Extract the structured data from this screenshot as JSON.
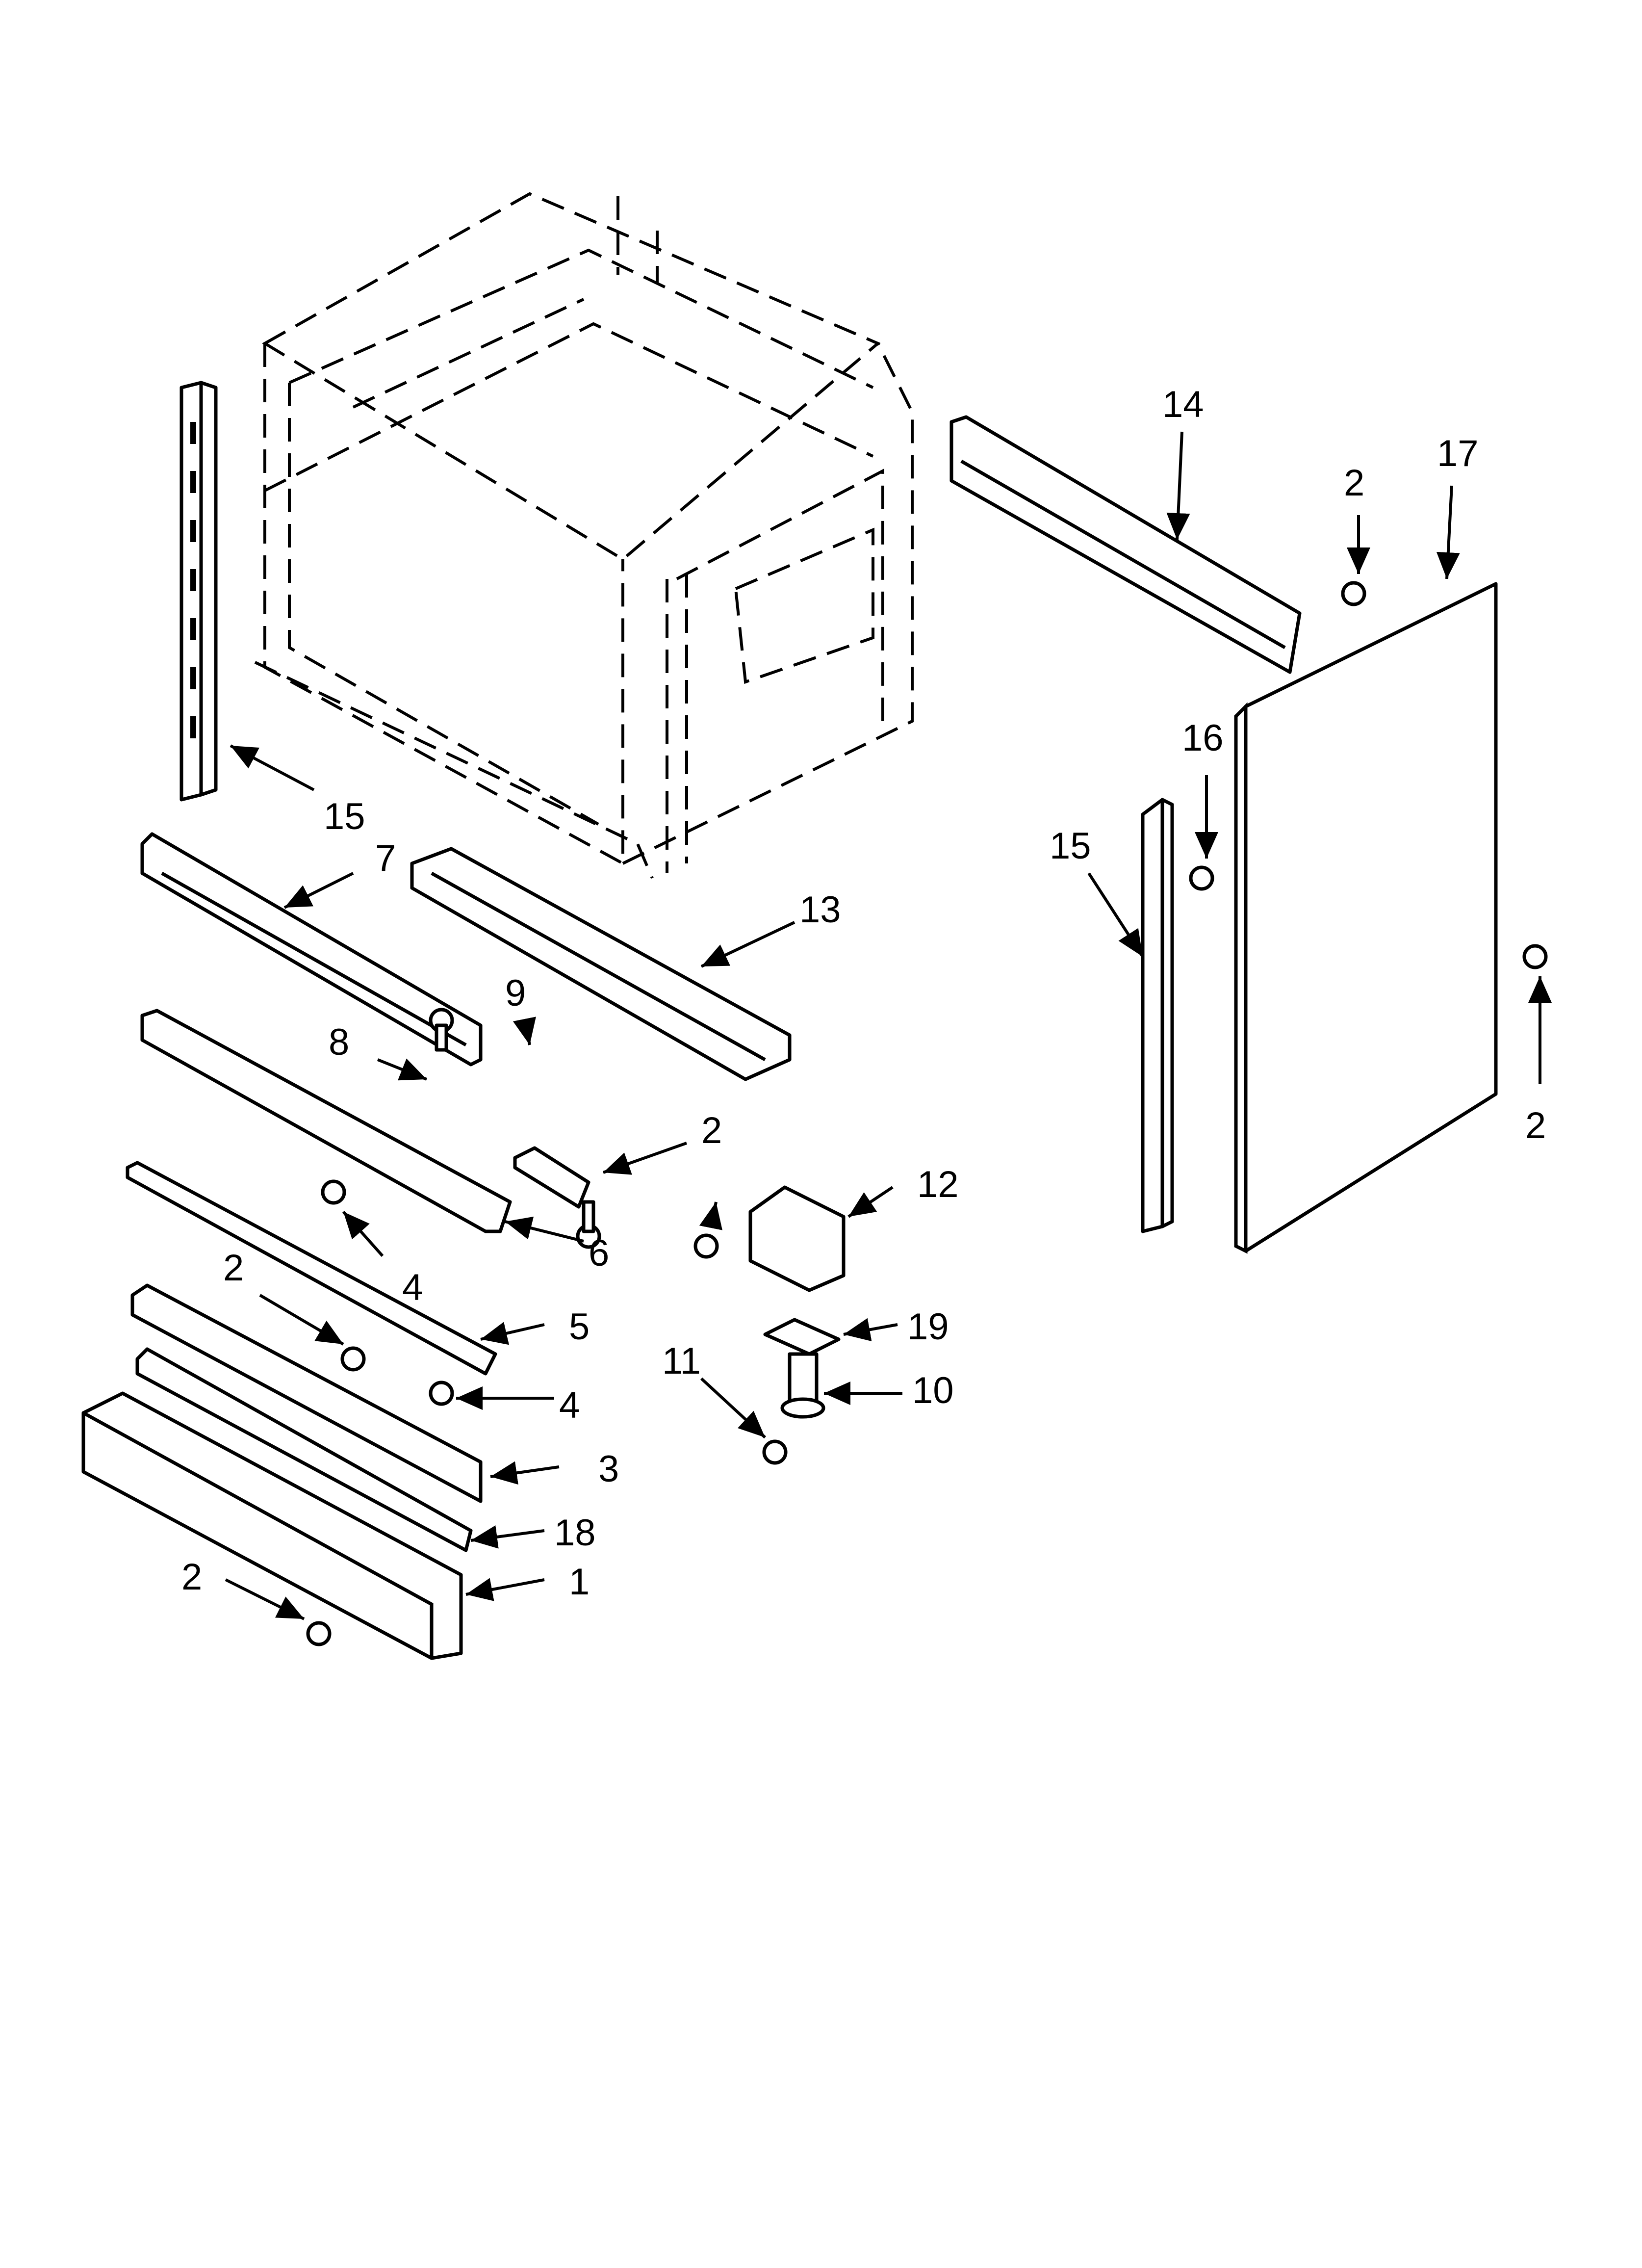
{
  "labels": {
    "cabinet_left_rail": "15",
    "rail_7": "7",
    "rail_13": "13",
    "screw_8": "8",
    "bracket_9": "9",
    "screw_2a": "2",
    "bracket_12": "12",
    "trim_6": "6",
    "screw_4a": "4",
    "screw_2b": "2",
    "panel_5": "5",
    "screw_4b": "4",
    "panel_3": "3",
    "panel_18": "18",
    "kick_1": "1",
    "screw_2c": "2",
    "screw_11": "11",
    "plate_19": "19",
    "leg_10": "10",
    "brace_14": "14",
    "screw_2d": "2",
    "side_panel_17": "17",
    "screw_16": "16",
    "rail_15_right": "15",
    "screw_2e": "2"
  }
}
